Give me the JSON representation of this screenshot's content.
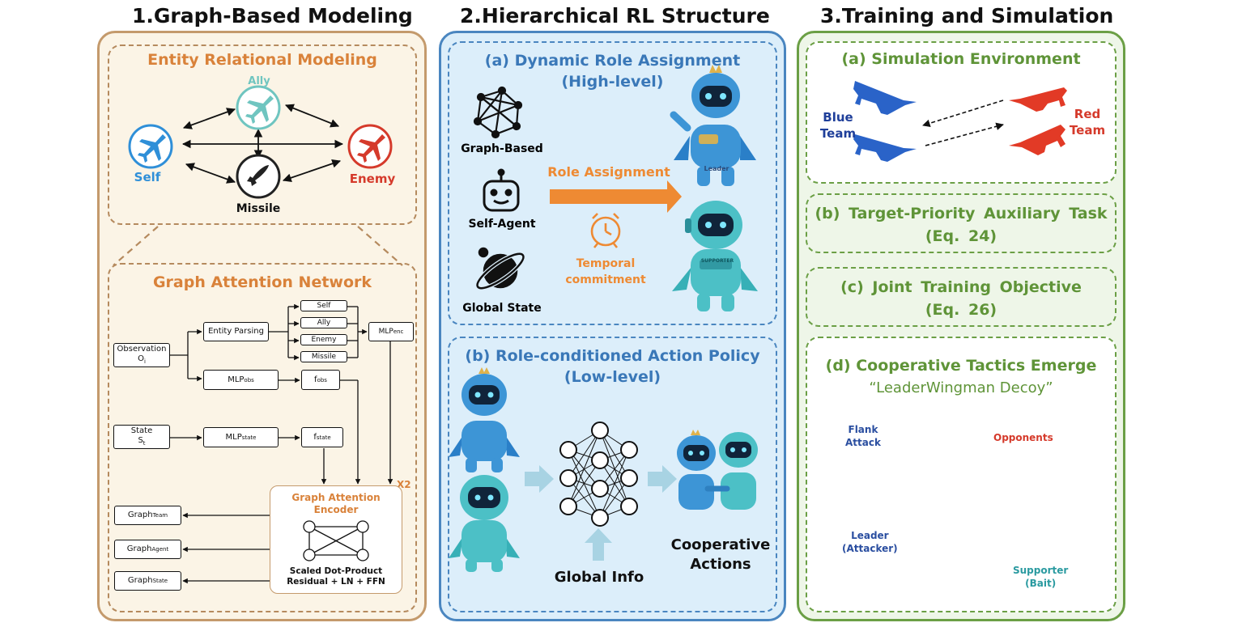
{
  "sections": {
    "s1": "1.Graph-Based Modeling",
    "s2": "2.Hierarchical RL Structure",
    "s3": "3.Training and Simulation"
  },
  "entity": {
    "title": "Entity Relational Modeling",
    "ally": "Ally",
    "self": "Self",
    "enemy": "Enemy",
    "missile": "Missile"
  },
  "gat": {
    "title": "Graph Attention Network",
    "observation_l1": "Observation",
    "observation_l2": "O",
    "observation_sub": "i",
    "entity_parsing": "Entity Parsing",
    "self": "Self",
    "ally": "Ally",
    "enemy": "Enemy",
    "missile": "Missile",
    "mlp": "MLP",
    "enc_sub": "enc",
    "obs_sub": "obs",
    "state_sub": "state",
    "f": "f",
    "state_l1": "State",
    "state_l2": "S",
    "state_sub_t": "t",
    "x2": "X2",
    "encoder_l1": "Graph Attention",
    "encoder_l2": "Encoder",
    "scaled": "Scaled Dot-Product",
    "residual": "Residual + LN + FFN",
    "graph": "Graph",
    "team_sub": "Team",
    "agent_sub": "Agent",
    "statesub": "State"
  },
  "hrl": {
    "a_title_l1": "(a) Dynamic Role Assignment",
    "a_title_l2": "(High-level)",
    "graph_based": "Graph-Based",
    "self_agent": "Self-Agent",
    "global_state": "Global State",
    "role_assignment": "Role Assignment",
    "temporal_l1": "Temporal",
    "temporal_l2": "commitment",
    "b_title_l1": "(b) Role-conditioned Action Policy",
    "b_title_l2": "(Low-level)",
    "global_info": "Global Info",
    "coop_l1": "Cooperative",
    "coop_l2": "Actions",
    "leader_badge": "Leader",
    "supporter_badge": "SUPPORTER"
  },
  "train": {
    "a_title": "(a) Simulation Environment",
    "blue_l1": "Blue",
    "blue_l2": "Team",
    "red_l1": "Red",
    "red_l2": "Team",
    "b_title_l1": "(b) Target-Priority Auxiliary Task",
    "b_title_l2": "(Eq. 24)",
    "c_title_l1": "(c) Joint Training Objective",
    "c_title_l2": "(Eq. 26)",
    "d_title_l1": "(d) Cooperative Tactics Emerge",
    "d_title_l2": "“LeaderWingman Decoy”",
    "flank_l1": "Flank",
    "flank_l2": "Attack",
    "opponents": "Opponents",
    "leader_l1": "Leader",
    "leader_l2": "(Attacker)",
    "supporter_l1": "Supporter",
    "supporter_l2": "(Bait)"
  },
  "colors": {
    "brown": "#c49a6c",
    "beige": "#fbf4e6",
    "blue_border": "#4a86c0",
    "blue_fill": "#dceefa",
    "green": "#6b9f45",
    "orange": "#ee8a33",
    "self_blue": "#2f8fd8",
    "enemy_red": "#d53a2b",
    "ally_teal": "#6fc5c0"
  }
}
